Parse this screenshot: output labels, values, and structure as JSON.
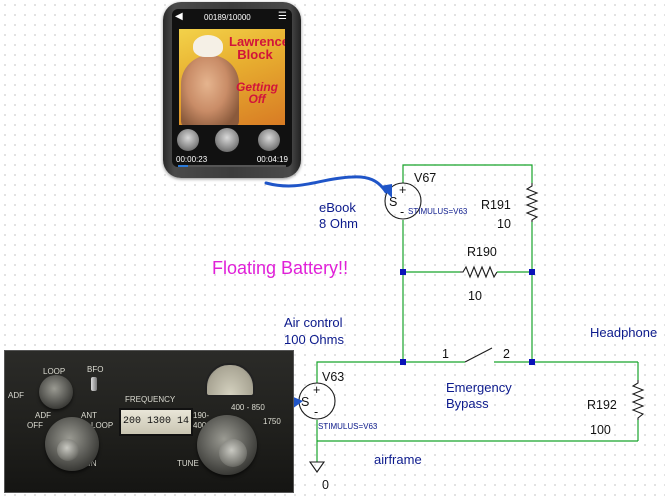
{
  "ebook_player": {
    "track_counter": "00189/10000",
    "cover_author": "Lawrence Block",
    "cover_title": "Getting Off",
    "elapsed_time": "00:00:23",
    "total_time": "00:04:19",
    "progress_fraction": 0.09
  },
  "adf_radio": {
    "side_label": "ADF",
    "loop_label": "LOOP",
    "bfo_label": "BFO",
    "adf_label": "ADF",
    "off_label": "OFF",
    "ant_label": "ANT",
    "loop2_label": "LOOP",
    "frequency_label": "FREQUENCY",
    "frequency_display": "200 1300 14",
    "band_1": "190-",
    "band_1b": "400",
    "band_2": "400 - 850",
    "band_3": "1750",
    "gain_label": "GAIN",
    "tune_label": "TUNE"
  },
  "schematic": {
    "v67": {
      "name": "V67",
      "terminal": "S",
      "stimulus": "STIMULUS=V63"
    },
    "v63": {
      "name": "V63",
      "terminal": "S",
      "stimulus": "STIMULUS=V63"
    },
    "r191": {
      "name": "R191",
      "value": "10"
    },
    "r190": {
      "name": "R190",
      "value": "10"
    },
    "r192": {
      "name": "R192",
      "value": "100"
    },
    "switch": {
      "pin1": "1",
      "pin2": "2"
    },
    "ground": {
      "label": "0"
    },
    "plus_sign": "+",
    "minus_sign": "-"
  },
  "annotations": {
    "ebook_label_1": "eBook",
    "ebook_label_2": "8 Ohm",
    "floating_battery": "Floating Battery!!",
    "air_control_1": "Air control",
    "air_control_2": "100 Ohms",
    "headphone": "Headphone",
    "emergency_1": "Emergency",
    "emergency_2": "Bypass",
    "airframe": "airframe"
  },
  "colors": {
    "wire": "#17a32a",
    "junction": "#0a13b8",
    "label": "#0c1a8c",
    "floating_battery": "#e020d8",
    "arrow": "#1f55c8"
  }
}
